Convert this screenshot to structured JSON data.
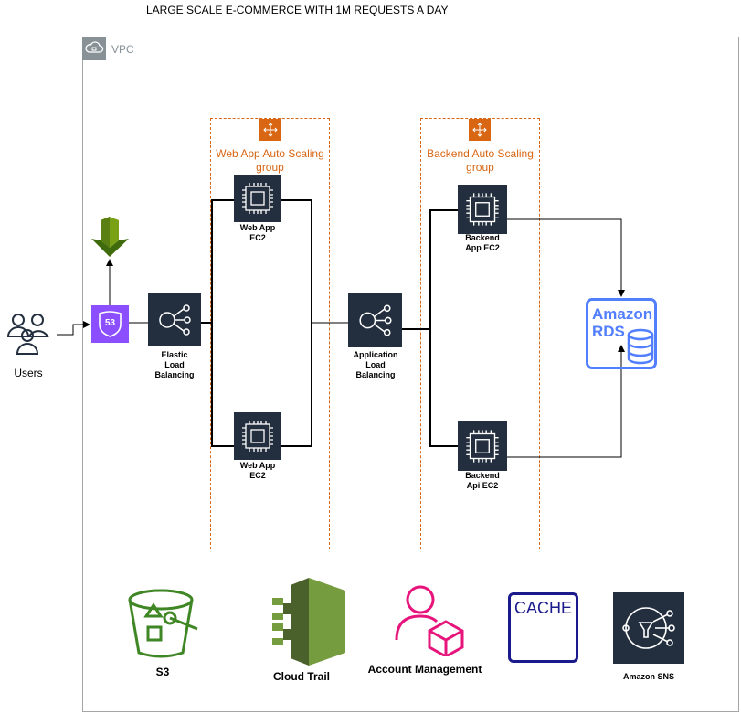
{
  "title": "LARGE SCALE E-COMMERCE WITH 1M REQUESTS A DAY",
  "vpc": {
    "label": "VPC"
  },
  "users": {
    "label": "Users"
  },
  "route53": {
    "text": "53"
  },
  "elb": {
    "label_line1": "Elastic",
    "label_line2": "Load",
    "label_line3": "Balancing"
  },
  "alb": {
    "label_line1": "Application",
    "label_line2": "Load",
    "label_line3": "Balancing"
  },
  "web_asg": {
    "label_line1": "Web App Auto Scaling",
    "label_line2": "group",
    "ec2_top": {
      "line1": "Web App",
      "line2": "EC2"
    },
    "ec2_bottom": {
      "line1": "Web App",
      "line2": "EC2"
    }
  },
  "backend_asg": {
    "label_line1": "Backend Auto Scaling",
    "label_line2": "group",
    "ec2_top": {
      "line1": "Backend",
      "line2": "App EC2"
    },
    "ec2_bottom": {
      "line1": "Backend",
      "line2": "Api  EC2"
    }
  },
  "rds": {
    "line1": "Amazon",
    "line2": "RDS"
  },
  "services": {
    "s3": "S3",
    "cloudtrail": "Cloud Trail",
    "account": "Account Management",
    "cache": "CACHE",
    "sns": "Amazon SNS"
  },
  "colors": {
    "asg_orange": "#d86613",
    "ec2_dark": "#232f3e",
    "route53_purple": "#8c4fff",
    "rds_blue": "#527fff",
    "s3_green": "#3f8624",
    "cloudtrail_green": "#759c3e",
    "account_pink": "#e7157b",
    "cache_navy": "#1a1a8c",
    "vpc_gray": "#879196"
  },
  "icons": [
    "users-icon",
    "route53-icon",
    "s3-upload-icon",
    "elb-icon",
    "ec2-icon",
    "alb-icon",
    "rds-database-icon",
    "s3-bucket-icon",
    "cloudtrail-icon",
    "account-management-icon",
    "cache-icon",
    "sns-icon",
    "auto-scaling-icon",
    "vpc-cloud-icon"
  ]
}
